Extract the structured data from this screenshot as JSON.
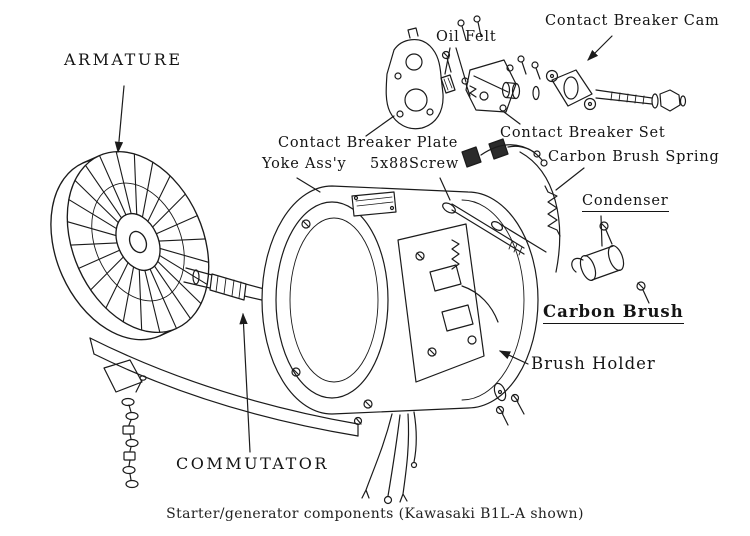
{
  "diagram": {
    "caption": "Starter/generator components (Kawasaki B1L-A shown)",
    "labels": {
      "armature": "ARMATURE",
      "oil_felt": "Oil Felt",
      "contact_breaker_cam": "Contact Breaker Cam",
      "contact_breaker_plate": "Contact Breaker Plate",
      "contact_breaker_set": "Contact Breaker Set",
      "yoke_assy": "Yoke Ass'y",
      "screw": "5x88Screw",
      "carbon_brush_spring": "Carbon Brush Spring",
      "condenser": "Condenser",
      "carbon_brush": "Carbon Brush",
      "brush_holder": "Brush Holder",
      "commutator": "COMMUTATOR"
    },
    "colors": {
      "ink": "#1b1b1b",
      "background": "#ffffff"
    }
  }
}
